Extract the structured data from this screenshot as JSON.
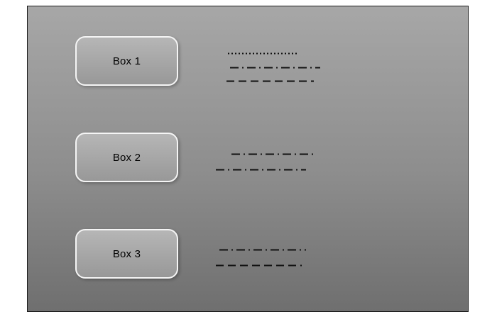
{
  "slide": {
    "background_top_color": "#a7a7a7",
    "background_bottom_color": "#6f6f6f",
    "frame_border_color": "#1c1c1c",
    "line_color": "#111111",
    "box_border_color": "#f5f5f5",
    "box_fill_color": "#a8a8a8"
  },
  "boxes": [
    {
      "label": "Box 1"
    },
    {
      "label": "Box 2"
    },
    {
      "label": "Box 3"
    }
  ],
  "line_groups": [
    {
      "box": "Box 1",
      "styles": [
        "dotted",
        "dash-dot",
        "dashed"
      ]
    },
    {
      "box": "Box 2",
      "styles": [
        "dash-dot",
        "dash-dot"
      ]
    },
    {
      "box": "Box 3",
      "styles": [
        "dash-dot",
        "dashed"
      ]
    }
  ]
}
